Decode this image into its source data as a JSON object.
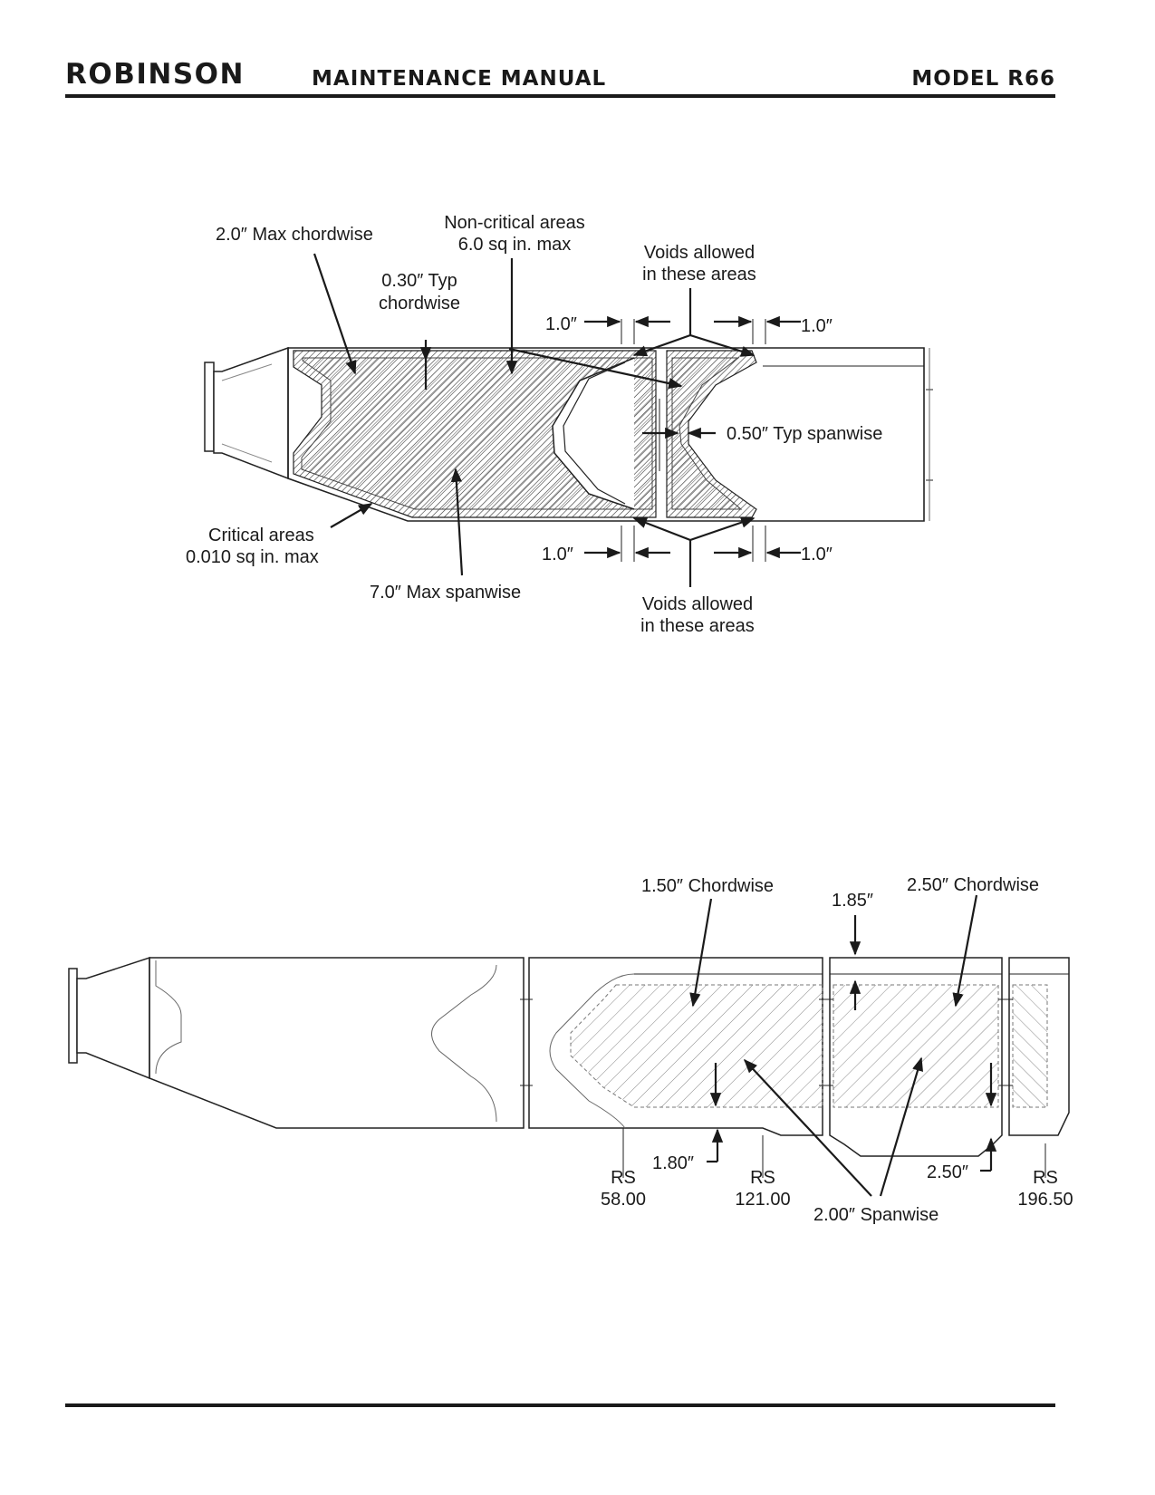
{
  "header": {
    "brand": "ROBINSON",
    "title": "MAINTENANCE MANUAL",
    "model": "MODEL R66"
  },
  "figure_top": {
    "max_chordwise": "2.0″ Max chordwise",
    "noncritical_line1": "Non-critical areas",
    "noncritical_line2": "6.0 sq in. max",
    "voids_top_line1": "Voids allowed",
    "voids_top_line2": "in these areas",
    "typ_chordwise_line1": "0.30″ Typ",
    "typ_chordwise_line2": "chordwise",
    "dim_1_0_top_left": "1.0″",
    "dim_1_0_top_right": "1.0″",
    "typ_spanwise": "0.50″ Typ spanwise",
    "critical_line1": "Critical areas",
    "critical_line2": "0.010 sq in. max",
    "dim_1_0_bottom_left": "1.0″",
    "dim_1_0_bottom_right": "1.0″",
    "max_spanwise": "7.0″ Max spanwise",
    "voids_bottom_line1": "Voids allowed",
    "voids_bottom_line2": "in these areas"
  },
  "figure_bottom": {
    "chordwise_150": "1.50″ Chordwise",
    "dim_185": "1.85″",
    "chordwise_250": "2.50″ Chordwise",
    "dim_180": "1.80″",
    "dim_250": "2.50″",
    "spanwise_200": "2.00″ Spanwise",
    "rs1_label": "RS",
    "rs1_value": "58.00",
    "rs2_label": "RS",
    "rs2_value": "121.00",
    "rs3_label": "RS",
    "rs3_value": "196.50"
  }
}
